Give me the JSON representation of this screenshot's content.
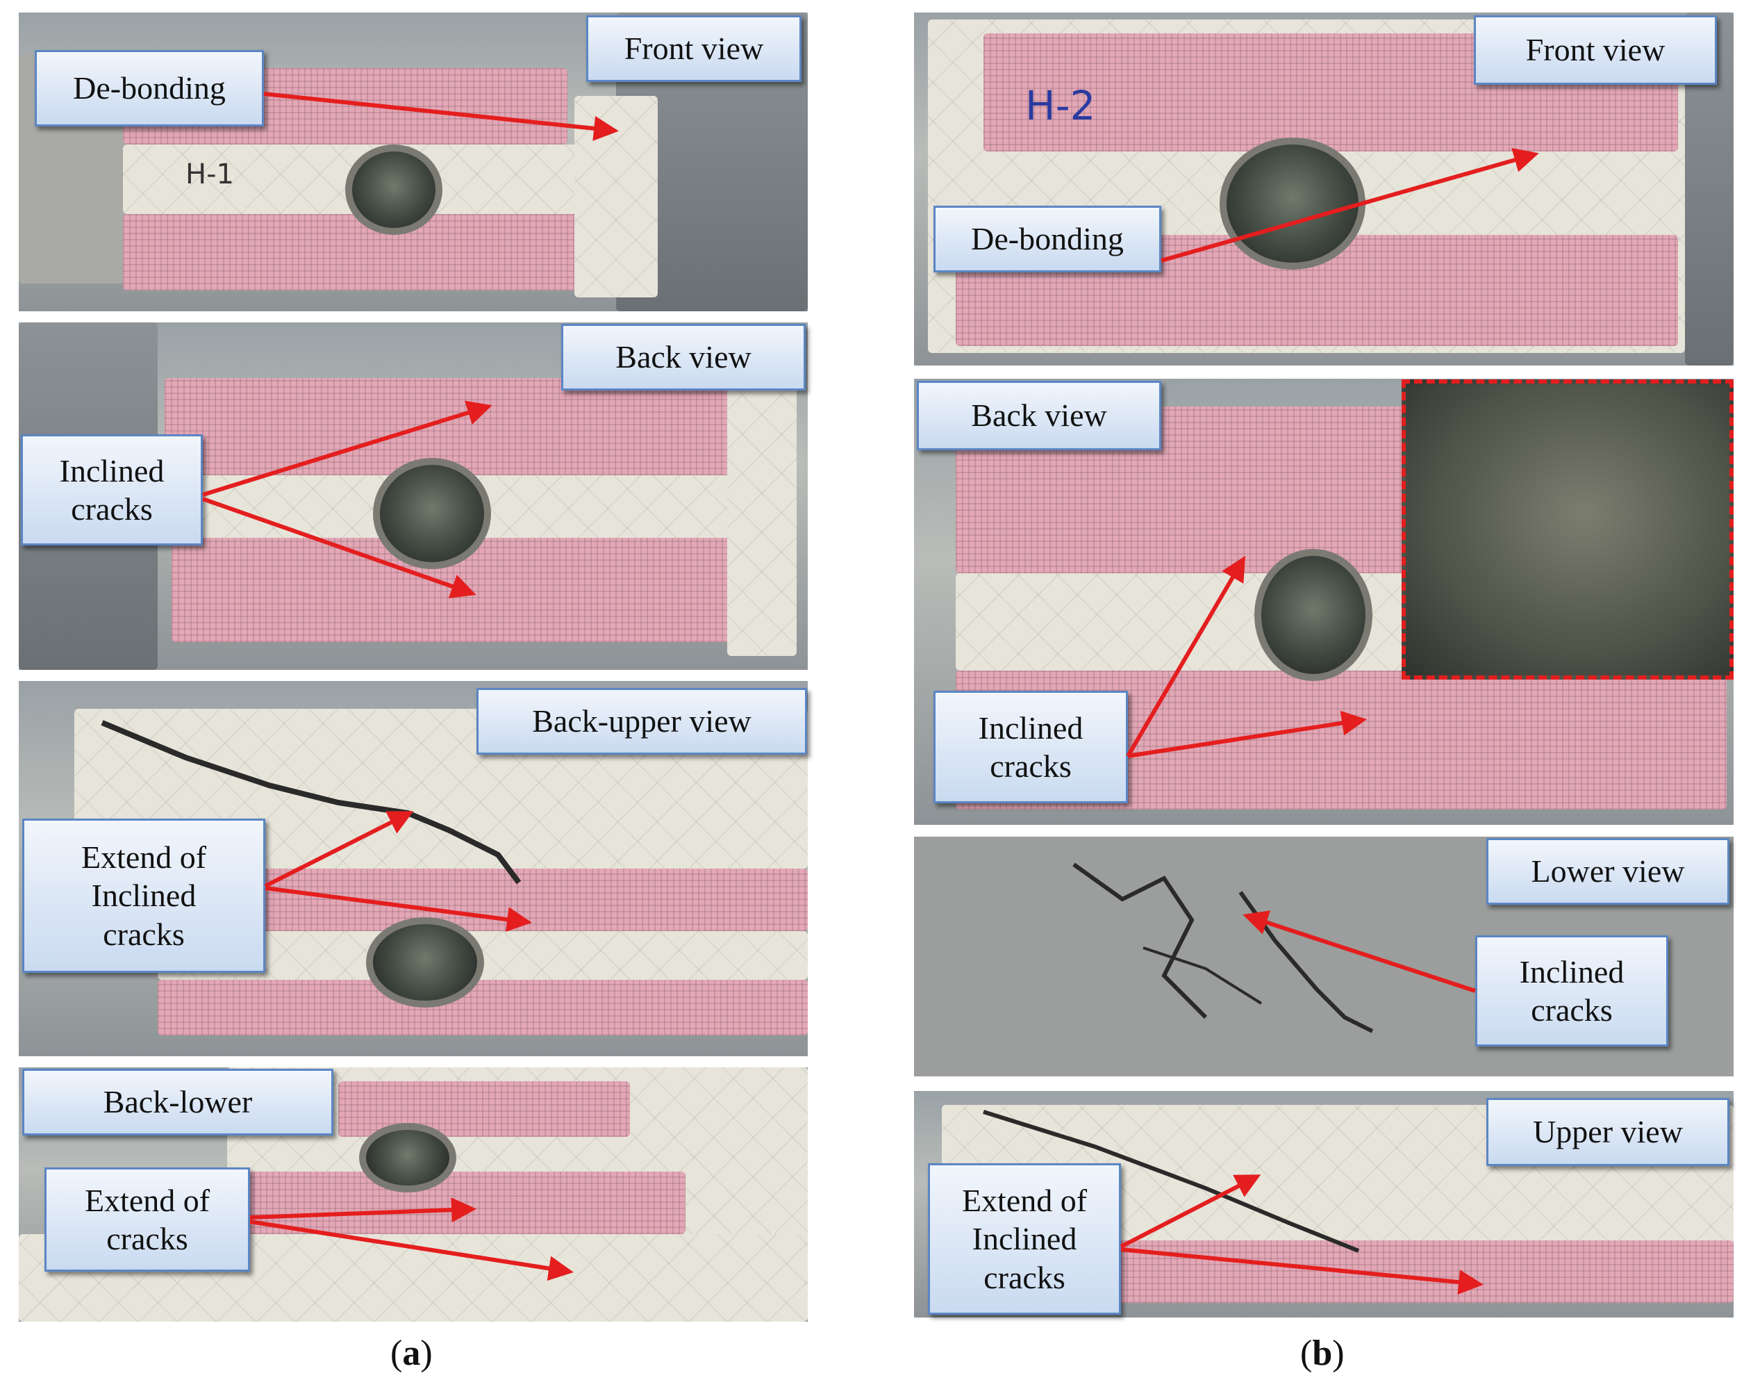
{
  "colors": {
    "arrow": "#e41e1e",
    "label_border": "#5b86c4",
    "gfrp_pink": "#e3a7b6",
    "mortar_white": "#e7e4da"
  },
  "panel_a": {
    "front": {
      "label": "Front view",
      "callout": "De-bonding",
      "marking": "H-1"
    },
    "back": {
      "label": "Back view",
      "callout": "Inclined\ncracks"
    },
    "back_upper": {
      "label": "Back-upper view",
      "callout": "Extend of\nInclined\ncracks"
    },
    "back_lower": {
      "label": "Back-lower",
      "callout": "Extend of\ncracks"
    },
    "caption_open": "(",
    "caption_letter": "a",
    "caption_close": ")"
  },
  "panel_b": {
    "front": {
      "label": "Front view",
      "callout": "De-bonding",
      "marking": "H-2"
    },
    "back": {
      "label": "Back view",
      "callout": "Inclined\ncracks"
    },
    "lower": {
      "label": "Lower view",
      "callout": "Inclined\ncracks"
    },
    "upper": {
      "label": "Upper view",
      "callout": "Extend of\nInclined\ncracks"
    },
    "caption_open": "(",
    "caption_letter": "b",
    "caption_close": ")"
  }
}
